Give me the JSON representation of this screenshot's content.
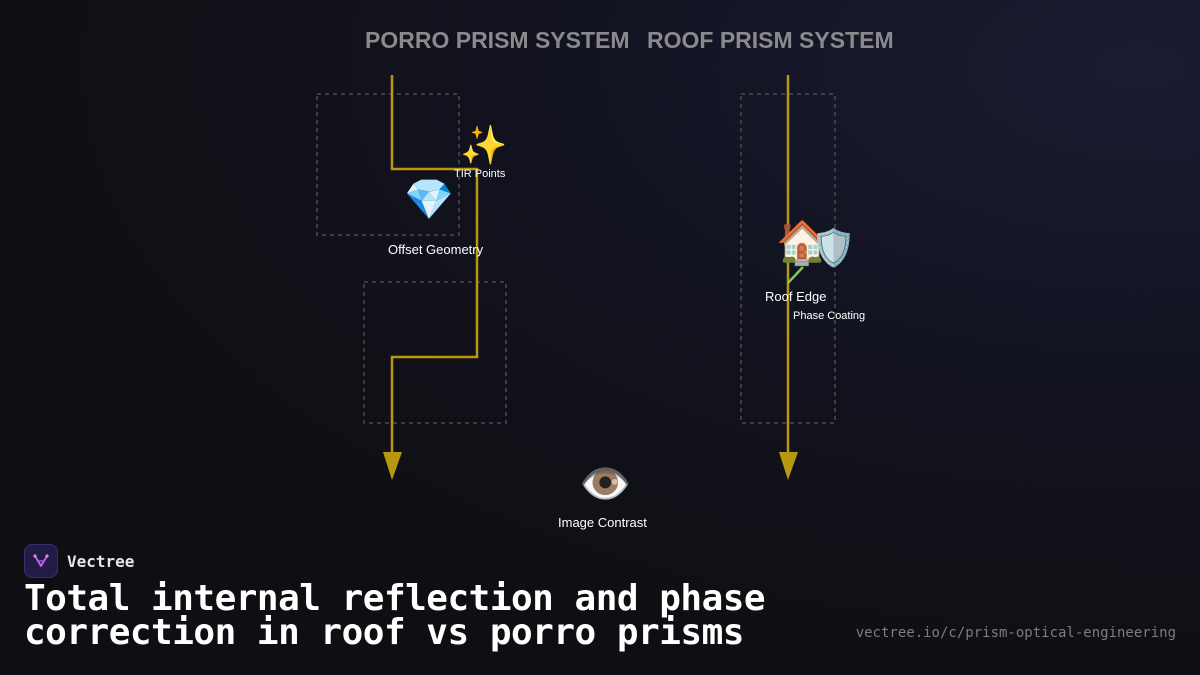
{
  "headings": {
    "porro": "PORRO PRISM SYSTEM",
    "roof": "ROOF PRISM SYSTEM"
  },
  "nodes": {
    "tir_points": {
      "icon": "sparkles-icon",
      "glyph": "✨",
      "label": "TIR Points"
    },
    "offset_geometry": {
      "icon": "gem-icon",
      "glyph": "💎",
      "label": "Offset Geometry"
    },
    "roof_edge": {
      "icon": "house-icon",
      "glyph": "🏠",
      "label": "Roof Edge"
    },
    "phase_coating": {
      "icon": "shield-icon",
      "glyph": "🛡️",
      "label": "Phase Coating"
    },
    "image_contrast": {
      "icon": "eye-icon",
      "glyph": "👁️",
      "label": "Image Contrast"
    }
  },
  "colors": {
    "light_path": "#b8980f",
    "prism_outline": "#4a4a50",
    "phase_marker": "#7ec850",
    "background": "#0f0f13"
  },
  "brand": {
    "name": "Vectree",
    "logo_icon": "vectree-logo-icon"
  },
  "title": "Total internal reflection and phase correction in roof vs porro prisms",
  "url": "vectree.io/c/prism-optical-engineering"
}
